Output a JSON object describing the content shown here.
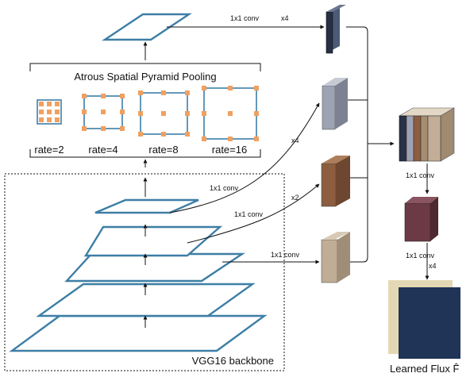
{
  "aspp": {
    "title": "Atrous Spatial Pyramid Pooling",
    "rates": [
      "rate=2",
      "rate=4",
      "rate=8",
      "rate=16"
    ]
  },
  "backbone": {
    "label": "VGG16 backbone"
  },
  "connections": {
    "top_conv": "1x1 conv",
    "top_scale": "x4",
    "x4_side": "x4",
    "mid_conv": "1x1 conv",
    "mid_scale": "x2",
    "low_conv": "1x1 conv",
    "bottom_conv": "1x1 conv",
    "fuse_conv": "1x1 conv",
    "out_conv": "1x1 conv",
    "out_scale": "x4"
  },
  "output": {
    "label": "Learned Flux F̂"
  },
  "colors": {
    "plane_stroke": "#3d7ea6",
    "kernel_dot": "#f0a060",
    "feat_navy": "#262f45",
    "feat_gray": "#9ea3b3",
    "feat_brown": "#8c5e3f",
    "feat_beige": "#c0ad95",
    "feat_wine": "#6c3a45",
    "flux_navy": "#1f3457",
    "flux_cream": "#e4d8b4"
  }
}
